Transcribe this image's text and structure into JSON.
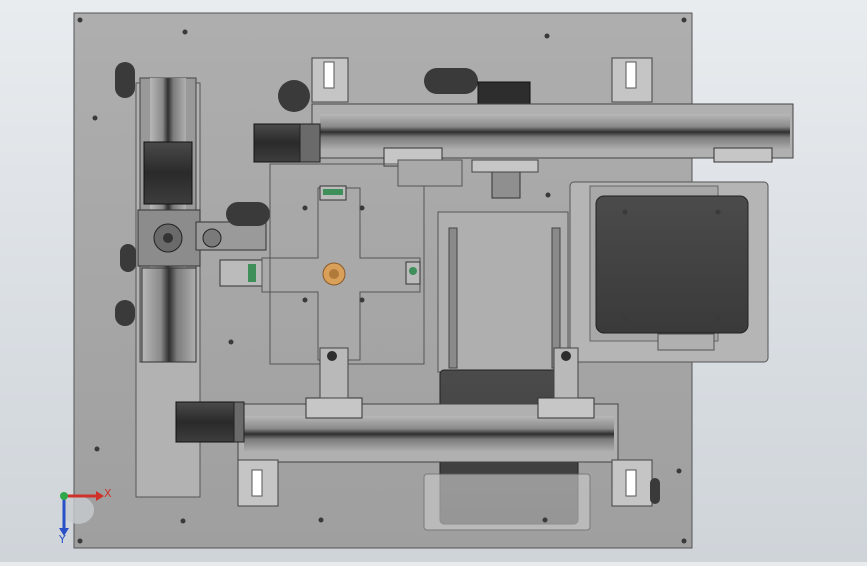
{
  "colors": {
    "background": "#dfe3e7",
    "base_plate": "#a6a6a6",
    "dark_part": "#3a3a3a",
    "rail": "#5c5c5c",
    "accent_green": "#3f8f5a",
    "accent_orange": "#d9a05a",
    "x_axis": "#d0302a",
    "y_axis": "#2a50c8",
    "origin": "#2ea84a"
  },
  "triad": {
    "x_label": "X",
    "y_label": "Y"
  },
  "parts": {
    "base_plate": "base-plate",
    "top_linear_module": "top-linear-module",
    "bottom_linear_module": "bottom-linear-module",
    "left_vertical_module": "left-vertical-module",
    "cross_bracket": "cross-bracket",
    "tray_right": "tray-right",
    "tray_bottom": "tray-bottom"
  }
}
